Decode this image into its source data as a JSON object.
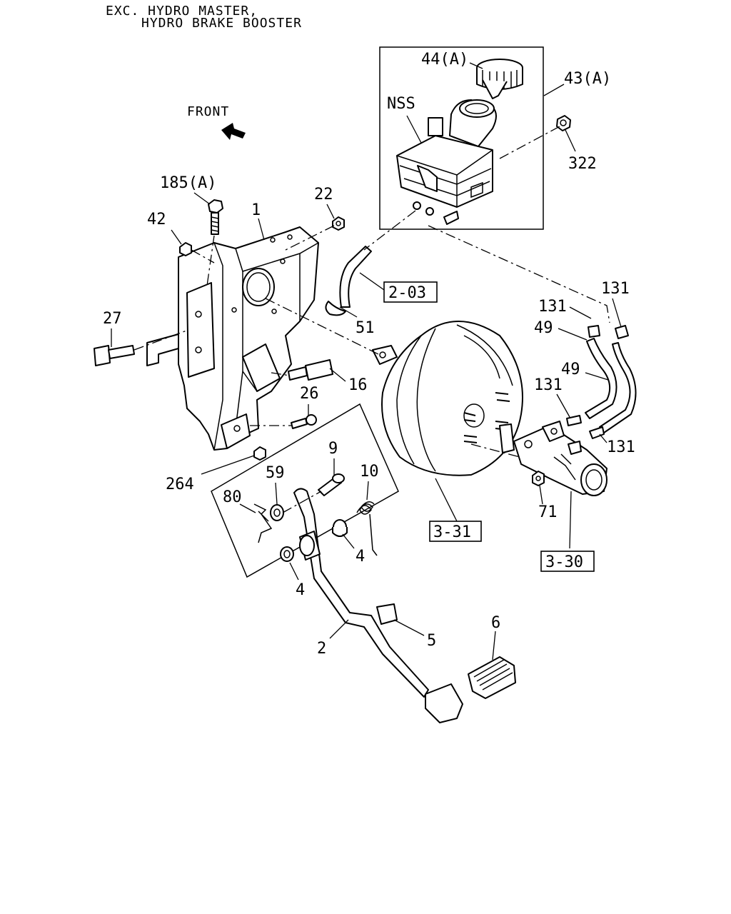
{
  "header": {
    "line1": "EXC. HYDRO MASTER,",
    "line2": "HYDRO BRAKE BOOSTER"
  },
  "direction": {
    "front_label": "FRONT",
    "arrow_icon": "front-arrow-icon"
  },
  "callouts": {
    "c44a": "44(A)",
    "c43a": "43(A)",
    "nss": "NSS",
    "c322": "322",
    "c185a": "185(A)",
    "c22": "22",
    "c1": "1",
    "c42": "42",
    "c27": "27",
    "c51": "51",
    "c16": "16",
    "c26": "26",
    "c264": "264",
    "c131a": "131",
    "c131b": "131",
    "c131c": "131",
    "c131d": "131",
    "c49a": "49",
    "c49b": "49",
    "c9": "9",
    "c10": "10",
    "c59": "59",
    "c80": "80",
    "c4a": "4",
    "c4b": "4",
    "c71": "71",
    "c2": "2",
    "c5": "5",
    "c6": "6"
  },
  "references": {
    "r203": "2-03",
    "r331": "3-31",
    "r330": "3-30"
  }
}
